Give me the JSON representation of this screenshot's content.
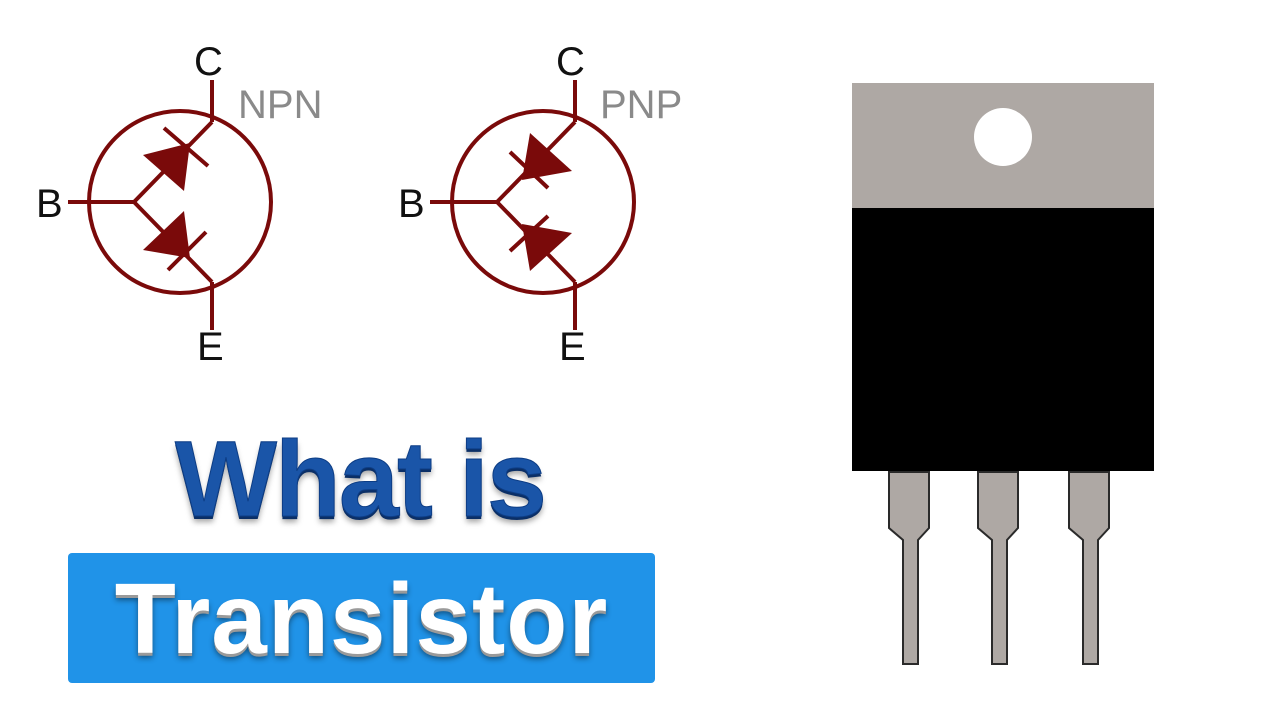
{
  "symbols": {
    "npn": {
      "type_label": "NPN",
      "collector": "C",
      "base": "B",
      "emitter": "E"
    },
    "pnp": {
      "type_label": "PNP",
      "collector": "C",
      "base": "B",
      "emitter": "E"
    }
  },
  "title": {
    "line1": "What is",
    "line2": "Transistor"
  },
  "colors": {
    "symbol_stroke": "#7a0a0a",
    "title_blue": "#1a55a8",
    "title_box": "#2093e8",
    "tab": "#aea8a4",
    "body": "#000000",
    "lead": "#aea8a4"
  }
}
